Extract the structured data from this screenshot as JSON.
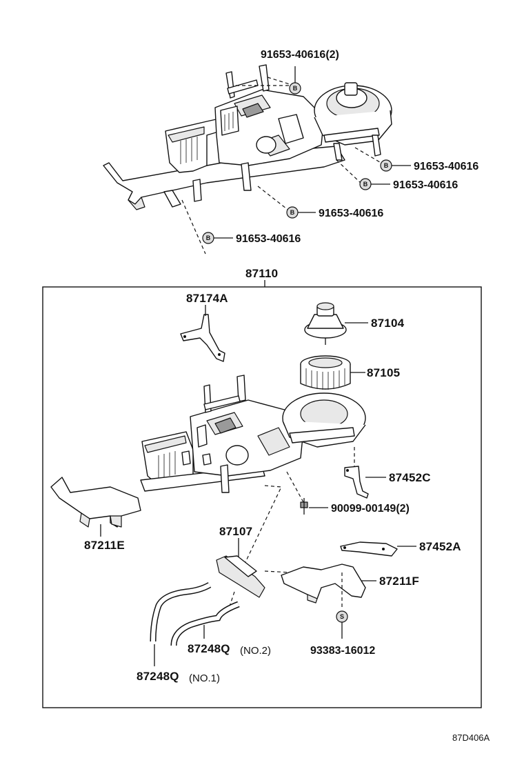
{
  "diagram_code": "87D406A",
  "top_assembly": {
    "callouts": [
      {
        "badge": "B",
        "part_no": "91653-40616(2)"
      },
      {
        "badge": "B",
        "part_no": "91653-40616"
      },
      {
        "badge": "B",
        "part_no": "91653-40616"
      },
      {
        "badge": "B",
        "part_no": "91653-40616"
      },
      {
        "badge": "B",
        "part_no": "91653-40616"
      }
    ]
  },
  "assembly_box": {
    "label": "87110",
    "parts": [
      {
        "part_no": "87174A"
      },
      {
        "part_no": "87104"
      },
      {
        "part_no": "87105"
      },
      {
        "part_no": "87452C"
      },
      {
        "part_no": "90099-00149(2)"
      },
      {
        "part_no": "87211E"
      },
      {
        "part_no": "87107"
      },
      {
        "part_no": "87452A"
      },
      {
        "part_no": "87211F"
      },
      {
        "part_no": "93383-16012",
        "badge": "S"
      },
      {
        "part_no": "87248Q",
        "note": "(NO.2)"
      },
      {
        "part_no": "87248Q",
        "note": "(NO.1)"
      }
    ]
  }
}
